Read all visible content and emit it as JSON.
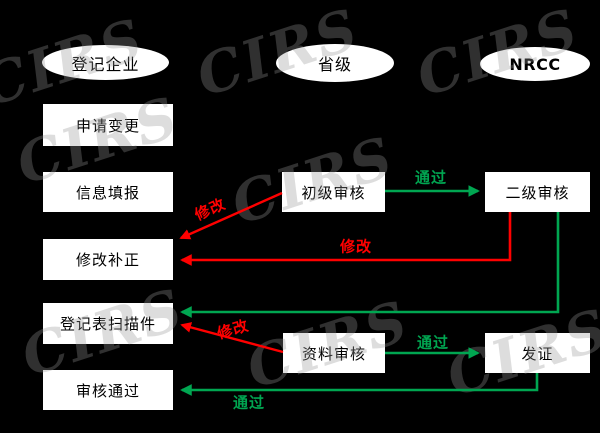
{
  "diagram": {
    "lanes": [
      {
        "label": "登记企业"
      },
      {
        "label": "省级"
      },
      {
        "label": "NRCC"
      }
    ],
    "nodes": [
      {
        "label": "申请变更"
      },
      {
        "label": "信息填报"
      },
      {
        "label": "修改补正"
      },
      {
        "label": "登记表扫描件"
      },
      {
        "label": "审核通过"
      },
      {
        "label": "初级审核"
      },
      {
        "label": "二级审核"
      },
      {
        "label": "资料审核"
      },
      {
        "label": "发证"
      }
    ],
    "edges": [
      {
        "from": "初级审核",
        "to": "二级审核",
        "label": "通过",
        "color": "#00a651"
      },
      {
        "from": "初级审核",
        "to": "修改补正",
        "label": "修改",
        "color": "#ff0000"
      },
      {
        "from": "二级审核",
        "to": "修改补正",
        "label": "修改",
        "color": "#ff0000"
      },
      {
        "from": "二级审核",
        "to": "登记表扫描件",
        "label": "",
        "color": "#00a651"
      },
      {
        "from": "资料审核",
        "to": "登记表扫描件",
        "label": "修改",
        "color": "#ff0000"
      },
      {
        "from": "资料审核",
        "to": "发证",
        "label": "通过",
        "color": "#00a651"
      },
      {
        "from": "发证",
        "to": "审核通过",
        "label": "通过",
        "color": "#00a651"
      }
    ]
  },
  "watermark": {
    "text": "CIRS"
  },
  "colors": {
    "background": "#000000",
    "node_fill": "#ffffff",
    "node_text": "#000000",
    "pass_green": "#00a651",
    "revise_red": "#ff0000"
  }
}
